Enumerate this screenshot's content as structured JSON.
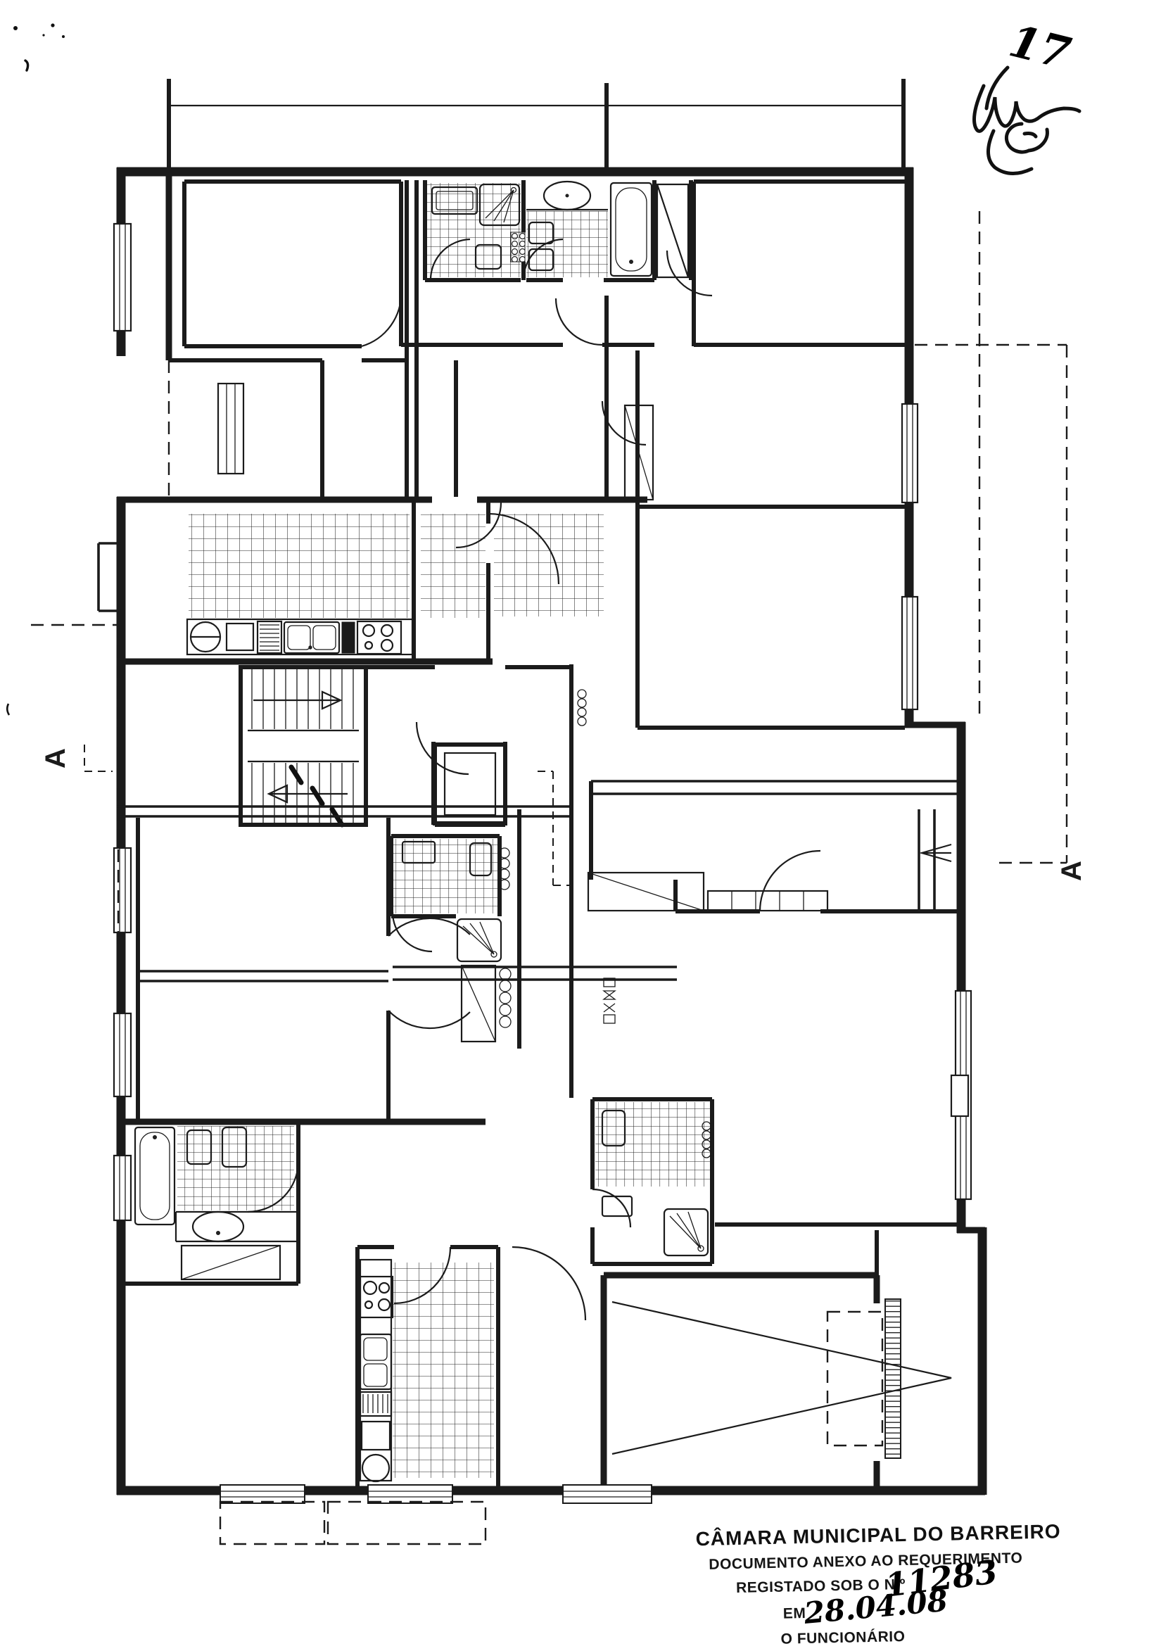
{
  "annotations": {
    "page_number": "17",
    "section_label_left": "A",
    "section_label_right": "A"
  },
  "stamp": {
    "line1": "CÂMARA MUNICIPAL DO BARREIRO",
    "line2": "DOCUMENTO ANEXO AO REQUERIMENTO",
    "line3_label": "REGISTADO SOB O N.º",
    "line3_number": "11283",
    "line4_label": "EM",
    "line4_value": "28.04.08",
    "line5": "O FUNCIONÁRIO"
  },
  "colors": {
    "ink": "#1b1b1b",
    "paper": "#ffffff"
  }
}
